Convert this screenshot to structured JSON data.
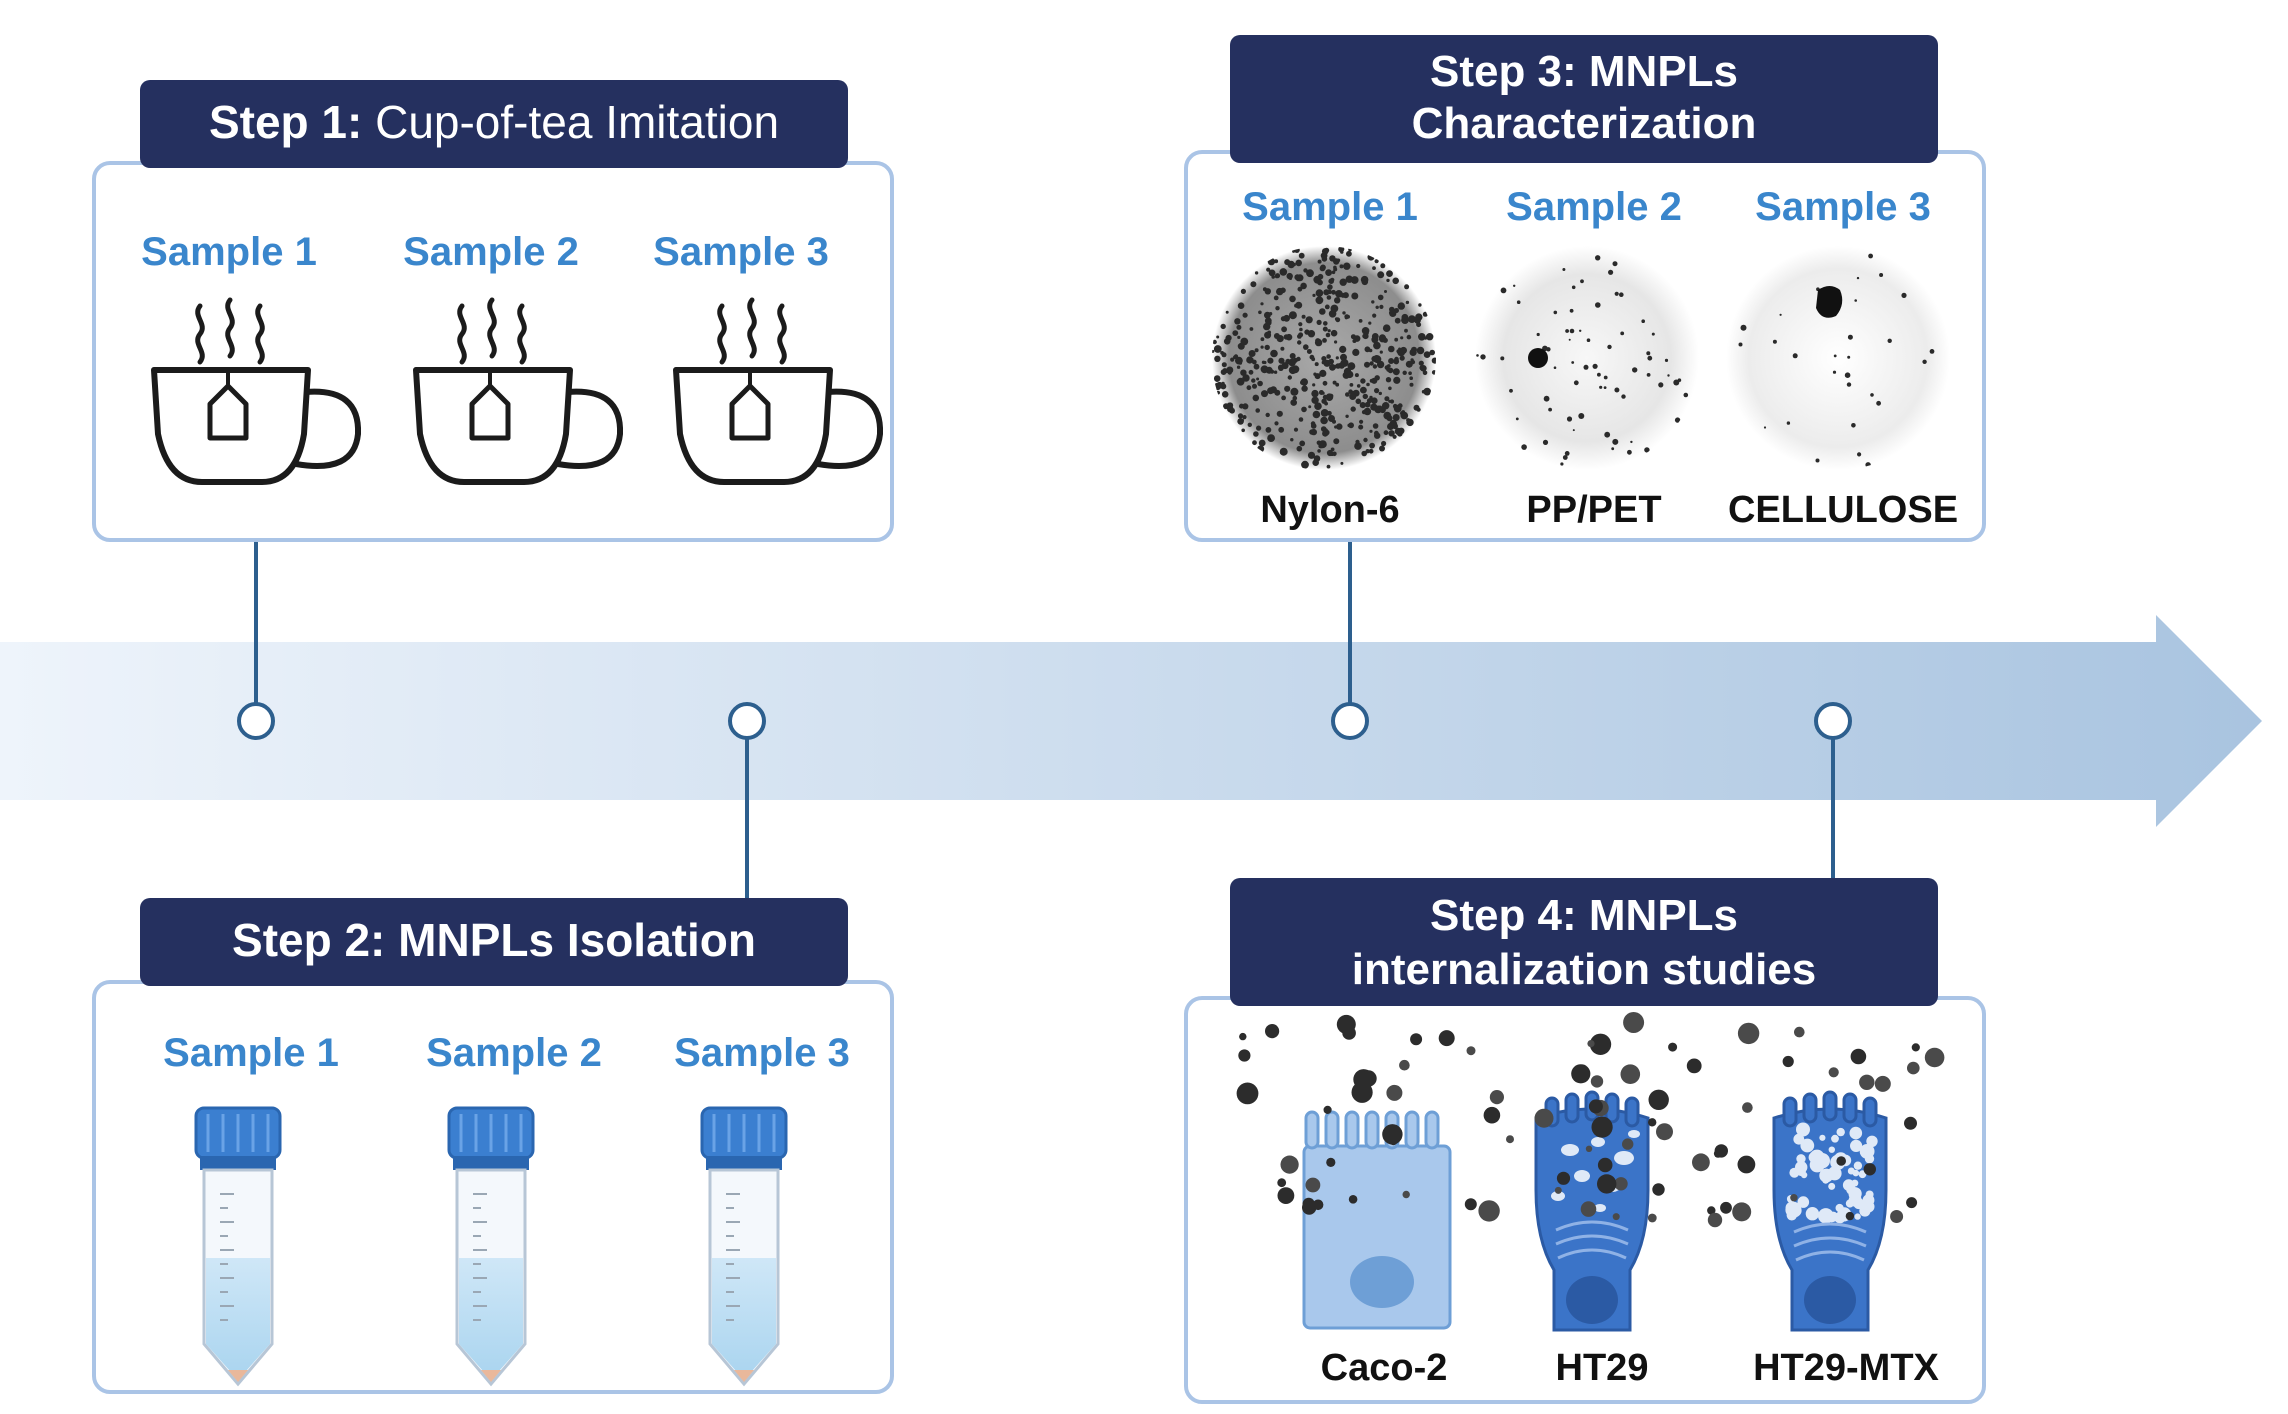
{
  "step1": {
    "title_prefix": "Step 1:",
    "title_rest": " Cup-of-tea Imitation",
    "samples": [
      "Sample 1",
      "Sample 2",
      "Sample 3"
    ]
  },
  "step2": {
    "title": "Step 2: MNPLs Isolation",
    "samples": [
      "Sample 1",
      "Sample 2",
      "Sample 3"
    ]
  },
  "step3": {
    "title_line1": "Step 3: MNPLs",
    "title_line2": "Characterization",
    "samples": [
      "Sample 1",
      "Sample 2",
      "Sample 3"
    ],
    "materials": [
      "Nylon-6",
      "PP/PET",
      "CELLULOSE"
    ]
  },
  "step4": {
    "title_line1": "Step 4: MNPLs",
    "title_line2": "internalization studies",
    "cell_lines": [
      "Caco-2",
      "HT29",
      "HT29-MTX"
    ]
  },
  "colors": {
    "navy": "#25305f",
    "panel_border": "#aac4e6",
    "sample_blue": "#3a86cc",
    "timeline_line": "#2d5f8e",
    "arrow_start": "#eef4fb",
    "arrow_end": "#a9c4e0"
  },
  "icons": {
    "cup": "tea-cup-icon",
    "steam": "steam-icon",
    "tube": "centrifuge-tube-icon",
    "filter": "filter-disc-icon",
    "cell": "intestinal-cell-icon",
    "particle": "particle-icon"
  }
}
